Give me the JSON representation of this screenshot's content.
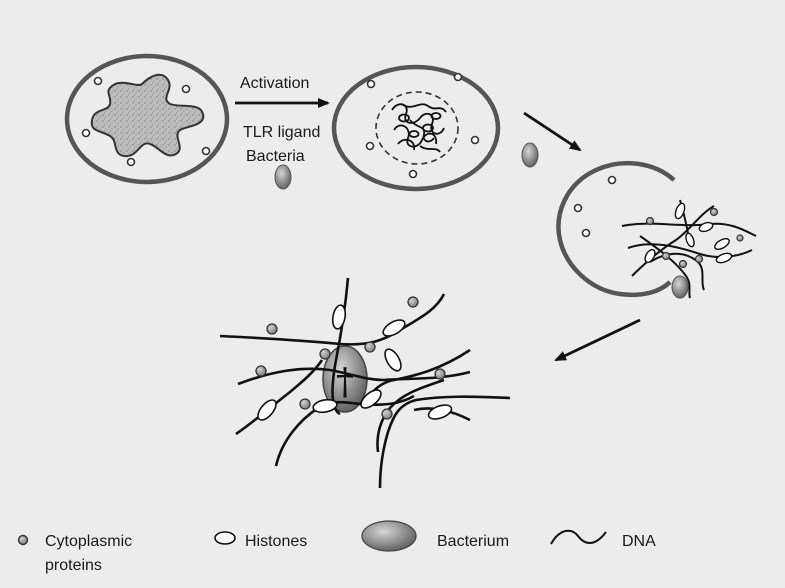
{
  "process": {
    "activation_label": "Activation",
    "stimulus_lines": [
      "TLR ligand",
      "Bacteria"
    ]
  },
  "legend": {
    "cytoplasmic_proteins": [
      "Cytoplasmic",
      "proteins"
    ],
    "histones": "Histones",
    "bacterium": "Bacterium",
    "dna": "DNA"
  },
  "colors": {
    "background": "#ececec",
    "cell_outline": "#555555",
    "nucleus_fill": "#b8b8b8",
    "strand": "#111111",
    "protein_fill": "#9a9a9a",
    "bacterium_fill": "#8a8a8a"
  },
  "symbols": {
    "dead_bacterium_mark": "†"
  }
}
